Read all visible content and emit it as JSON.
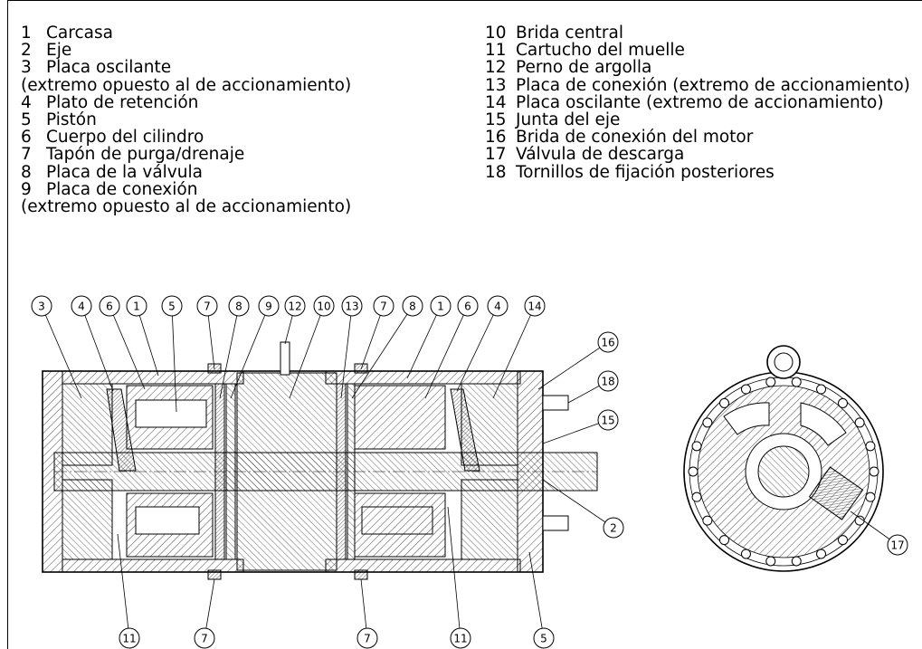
{
  "legend_left": [
    {
      "num": "1",
      "text": "Carcasa"
    },
    {
      "num": "2",
      "text": "Eje"
    },
    {
      "num": "3",
      "text": "Placa oscilante",
      "cont": "(extremo opuesto al de accionamiento)"
    },
    {
      "num": "4",
      "text": "Plato de retención"
    },
    {
      "num": "5",
      "text": "Pistón"
    },
    {
      "num": "6",
      "text": "Cuerpo del cilindro"
    },
    {
      "num": "7",
      "text": "Tapón de purga/drenaje"
    },
    {
      "num": "8",
      "text": "Placa de la válvula"
    },
    {
      "num": "9",
      "text": "Placa de conexión",
      "cont": "(extremo opuesto al de accionamiento)"
    }
  ],
  "legend_right": [
    {
      "num": "10",
      "text": "Brida central"
    },
    {
      "num": "11",
      "text": "Cartucho del muelle"
    },
    {
      "num": "12",
      "text": "Perno de argolla"
    },
    {
      "num": "13",
      "text": "Placa de conexión (extremo de accionamiento)"
    },
    {
      "num": "14",
      "text": "Placa oscilante (extremo de accionamiento)"
    },
    {
      "num": "15",
      "text": "Junta del eje"
    },
    {
      "num": "16",
      "text": "Brida de conexión del motor"
    },
    {
      "num": "17",
      "text": "Válvula de descarga"
    },
    {
      "num": "18",
      "text": "Tornillos de fijación posteriores"
    }
  ],
  "callouts_top": [
    "3",
    "4",
    "6",
    "1",
    "5",
    "7",
    "8",
    "9",
    "12",
    "10",
    "13",
    "7",
    "8",
    "1",
    "6",
    "4",
    "14"
  ],
  "callouts_bottom": [
    "11",
    "7",
    "7",
    "11",
    "5"
  ],
  "callouts_right": [
    "16",
    "18",
    "15",
    "2"
  ],
  "callout_end_view": "17"
}
